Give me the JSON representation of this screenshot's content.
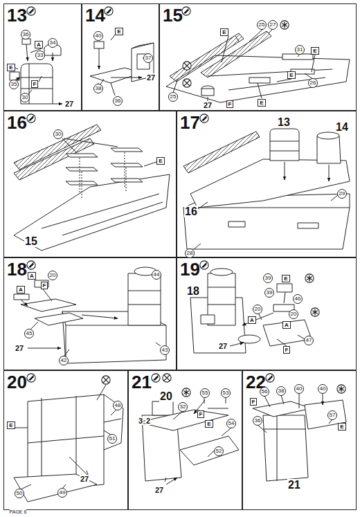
{
  "diagram": {
    "nodes": [
      {
        "text": [
          "13"
        ]
      },
      {
        "text": [
          "14"
        ]
      },
      {
        "text": [
          "15"
        ]
      },
      {
        "text": [
          "16"
        ]
      },
      {
        "text": [
          "17"
        ]
      },
      {
        "text": [
          "18"
        ]
      },
      {
        "text": [
          "19"
        ]
      },
      {
        "text": [
          "20"
        ]
      },
      {
        "text": [
          "21"
        ]
      },
      {
        "text": [
          "22"
        ]
      }
    ],
    "labels": [
      "36",
      "A",
      "34",
      "33",
      "E",
      "35",
      "F",
      "30",
      "27",
      "40",
      "E",
      "27",
      "37",
      "38",
      "36",
      "E",
      "25",
      "27",
      "31",
      "E",
      "25",
      "26",
      "E",
      "27",
      "F",
      "E",
      "30",
      "E",
      "15",
      "13",
      "14",
      "16",
      "29",
      "28",
      "A",
      "20",
      "F",
      "A",
      "44",
      "45",
      "27",
      "42",
      "43",
      "39",
      "E",
      "39",
      "46",
      "18",
      "20",
      "A",
      "20",
      "A",
      "47",
      "27",
      "F",
      "48",
      "E",
      "51",
      "27",
      "50",
      "49",
      "20",
      "3",
      "2",
      "32",
      "55",
      "F",
      "53",
      "E",
      "54",
      "52",
      "27",
      "56",
      "F",
      "36",
      "38",
      "40",
      "40",
      "57",
      "E",
      "21",
      "PAGE 6"
    ]
  }
}
